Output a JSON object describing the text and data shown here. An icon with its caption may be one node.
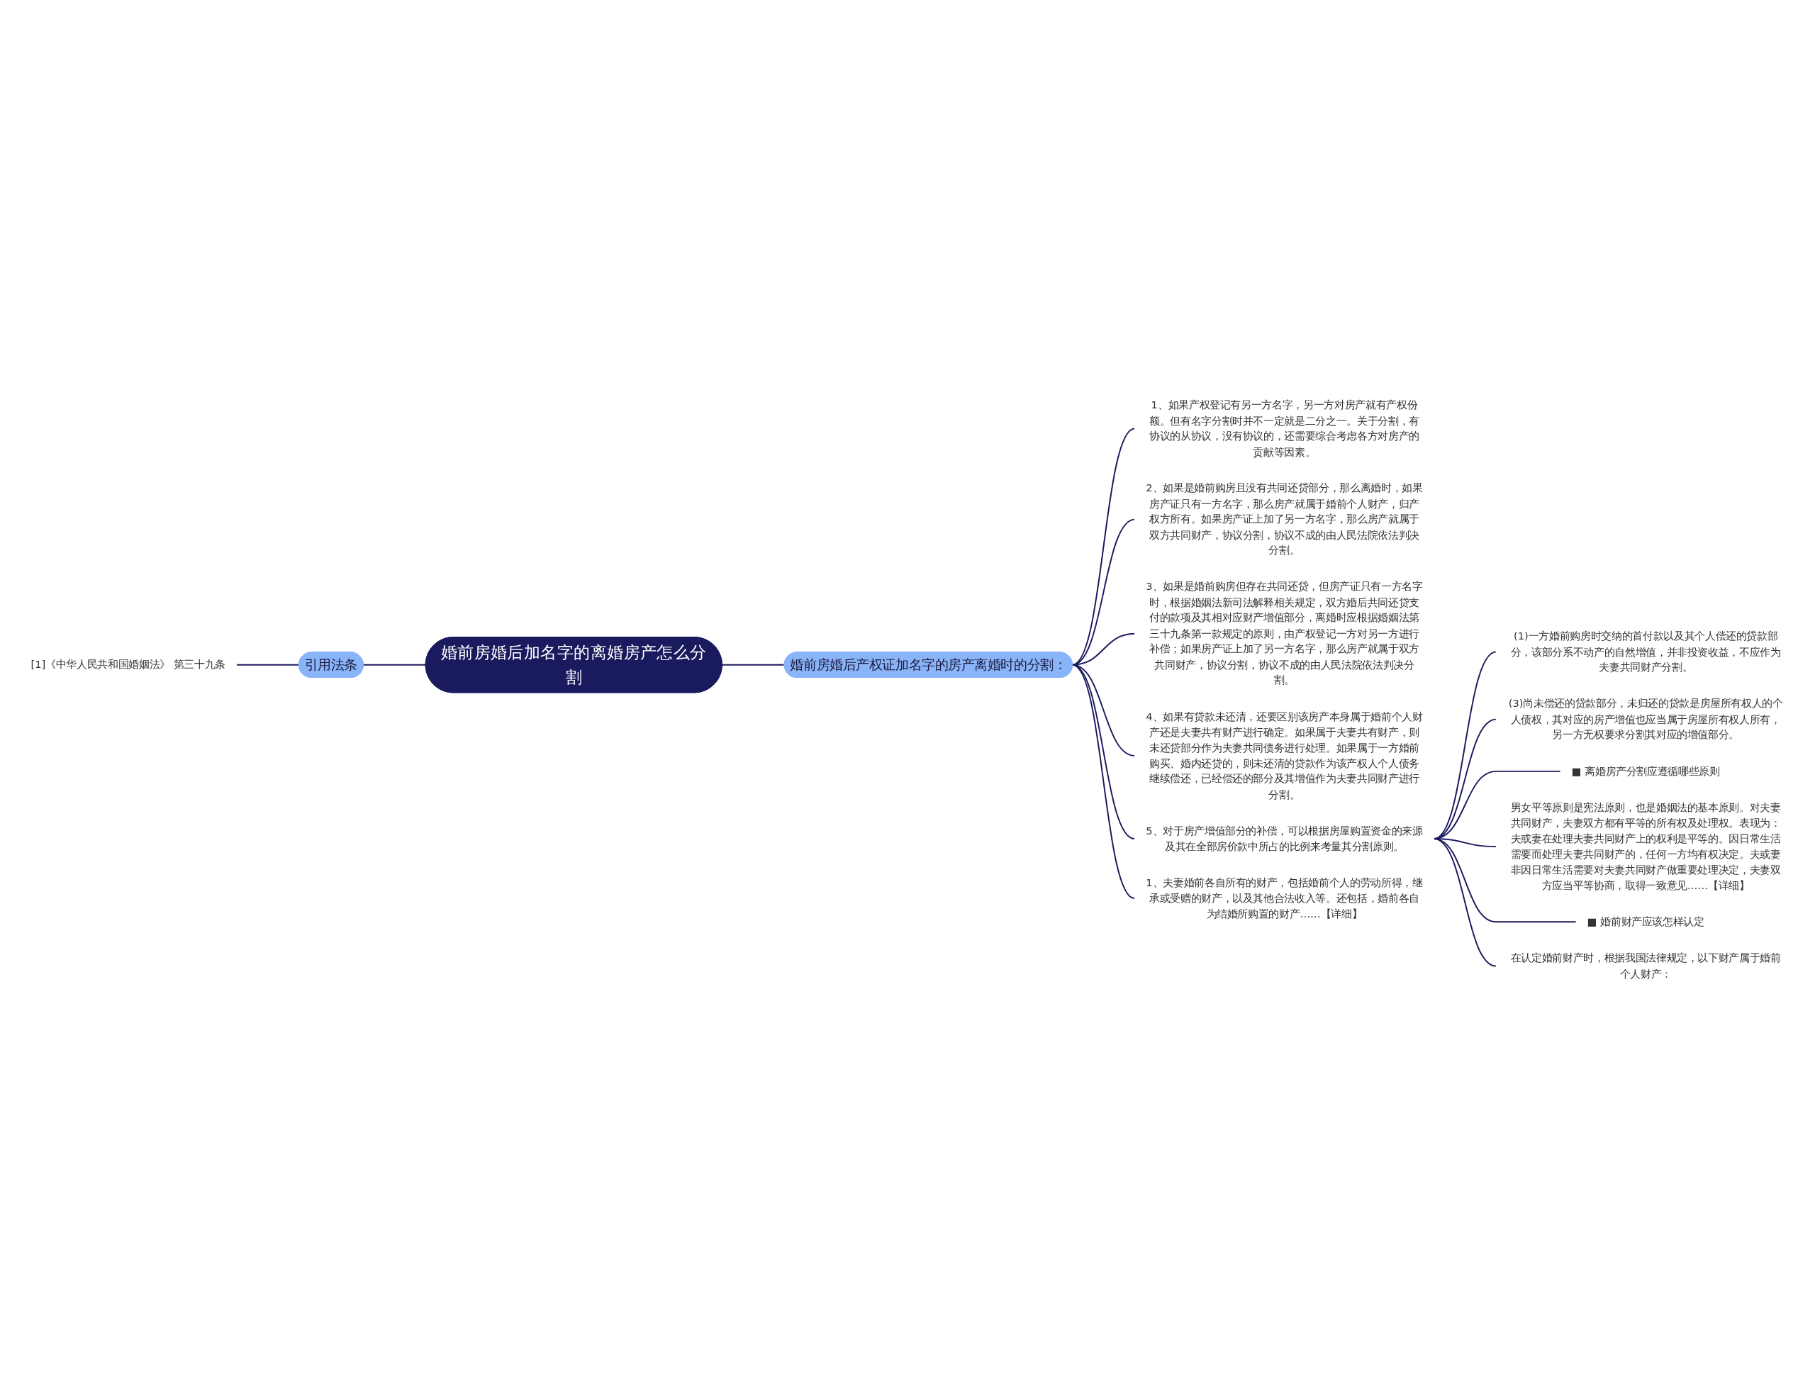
{
  "diagram": {
    "nodes": [
      {
        "text": [
          "婚前房婚后加名字的离婚房产怎么分割"
        ]
      },
      {
        "text": [
          "引用法条"
        ]
      },
      {
        "text": [
          "[1]《中华人民共和国婚姻法》 第三十九条"
        ]
      },
      {
        "text": [
          "婚前房婚后产权证加名字的房产离婚时的分割："
        ]
      },
      {
        "text": [
          "1、如果产权登记有另一方名字，另一方对房产就有产权份额。但有名字分割时并不一定就是二分之一。关于分割，有协议的从协议，没有协议的，还需要综合考虑各方对房产的贡献等因素。"
        ]
      },
      {
        "text": [
          "2、如果是婚前购房且没有共同还贷部分，那么离婚时，如果房产证只有一方名字，那么房产就属于婚前个人财产，归产权方所有。如果房产证上加了另一方名字，那么房产就属于双方共同财产，协议分割，协议不成的由人民法院依法判决分割。"
        ]
      },
      {
        "text": [
          "3、如果是婚前购房但存在共同还贷，但房产证只有一方名字时，根据婚姻法新司法解释相关规定，双方婚后共同还贷支付的款项及其相对应财产增值部分，离婚时应根据婚姻法第三十九条第一款规定的原则，由产权登记一方对另一方进行补偿；如果房产证上加了另一方名字，那么房产就属于双方共同财产，协议分割，协议不成的由人民法院依法判决分割。"
        ]
      },
      {
        "text": [
          "4、如果有贷款未还清，还要区别该房产本身属于婚前个人财产还是夫妻共有财产进行确定。如果属于夫妻共有财产，则未还贷部分作为夫妻共同债务进行处理。如果属于一方婚前购买、婚内还贷的，则未还清的贷款作为该产权人个人债务继续偿还，已经偿还的部分及其增值作为夫妻共同财产进行分割。"
        ]
      },
      {
        "text": [
          "5、对于房产增值部分的补偿，可以根据房屋购置资金的来源及其在全部房价款中所占的比例来考量其分割原则。"
        ]
      },
      {
        "text": [
          "1、夫妻婚前各自所有的财产，包括婚前个人的劳动所得，继承或受赠的财产，以及其他合法收入等。还包括，婚前各自为结婚所购置的财产……【详细】"
        ]
      },
      {
        "text": [
          "(1)一方婚前购房时交纳的首付款以及其个人偿还的贷款部分，该部分系不动产的自然增值，并非投资收益，不应作为夫妻共同财产分割。"
        ]
      },
      {
        "text": [
          "(3)尚未偿还的贷款部分，未归还的贷款是房屋所有权人的个人债权，其对应的房产增值也应当属于房屋所有权人所有，另一方无权要求分割其对应的增值部分。"
        ]
      },
      {
        "text": [
          "■ 离婚房产分割应遵循哪些原则"
        ]
      },
      {
        "text": [
          "男女平等原则是宪法原则，也是婚姻法的基本原则。对夫妻共同财产，夫妻双方都有平等的所有权及处理权。表现为：夫或妻在处理夫妻共同财产上的权利是平等的。因日常生活需要而处理夫妻共同财产的，任何一方均有权决定。夫或妻非因日常生活需要对夫妻共同财产做重要处理决定，夫妻双方应当平等协商，取得一致意见……【详细】"
        ]
      },
      {
        "text": [
          "■ 婚前财产应该怎样认定"
        ]
      },
      {
        "text": [
          "在认定婚前财产时，根据我国法律规定，以下财产属于婚前个人财产："
        ]
      }
    ],
    "edges": [
      {
        "from": 1,
        "to": 0,
        "arrow": "none"
      },
      {
        "from": 2,
        "to": 1,
        "arrow": "none"
      },
      {
        "from": 0,
        "to": 3,
        "arrow": "none"
      },
      {
        "from": 3,
        "to": 4,
        "arrow": "none"
      },
      {
        "from": 3,
        "to": 5,
        "arrow": "none"
      },
      {
        "from": 3,
        "to": 6,
        "arrow": "none"
      },
      {
        "from": 3,
        "to": 7,
        "arrow": "none"
      },
      {
        "from": 3,
        "to": 8,
        "arrow": "none"
      },
      {
        "from": 3,
        "to": 9,
        "arrow": "none"
      },
      {
        "from": 8,
        "to": 10,
        "arrow": "none"
      },
      {
        "from": 8,
        "to": 11,
        "arrow": "none"
      },
      {
        "from": 8,
        "to": 12,
        "arrow": "none"
      },
      {
        "from": 8,
        "to": 13,
        "arrow": "none"
      },
      {
        "from": 8,
        "to": 14,
        "arrow": "none"
      },
      {
        "from": 8,
        "to": 15,
        "arrow": "none"
      }
    ]
  }
}
